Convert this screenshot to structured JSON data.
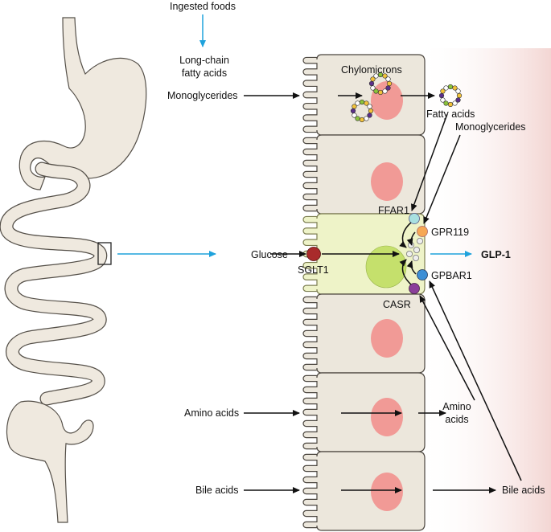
{
  "colors": {
    "tissue": "#efe9df",
    "tissue_stroke": "#555049",
    "cell": "#ece7dc",
    "cell_stroke": "#4b463f",
    "lcell": "#eef3c8",
    "lcell_stroke": "#7d7f52",
    "nucleus": "#f19a96",
    "lcell_nucleus": "#c5e06c",
    "background_gradient": "#f3d6d3",
    "arrow_black": "#111111",
    "arrow_blue": "#1fa2dc",
    "ffar1": "#a8e0e0",
    "gpr119": "#f6a855",
    "gpbar1": "#3d8fd6",
    "casr": "#8a3f9a",
    "sglt1": "#a92b2b"
  },
  "labels": {
    "ingested_foods": "Ingested foods",
    "long_chain_line1": "Long-chain",
    "long_chain_line2": "fatty acids",
    "monoglycerides_left": "Monoglycerides",
    "chylomicrons": "Chylomicrons",
    "fatty_acids": "Fatty acids",
    "monoglycerides_right": "Monoglycerides",
    "ffar1": "FFAR1",
    "gpr119": "GPR119",
    "glp1": "GLP-1",
    "gpbar1": "GPBAR1",
    "casr": "CASR",
    "glucose": "Glucose",
    "sglt1": "SGLT1",
    "amino_acids_left": "Amino acids",
    "amino_acids_right_line1": "Amino",
    "amino_acids_right_line2": "acids",
    "bile_acids_left": "Bile acids",
    "bile_acids_right": "Bile acids"
  }
}
